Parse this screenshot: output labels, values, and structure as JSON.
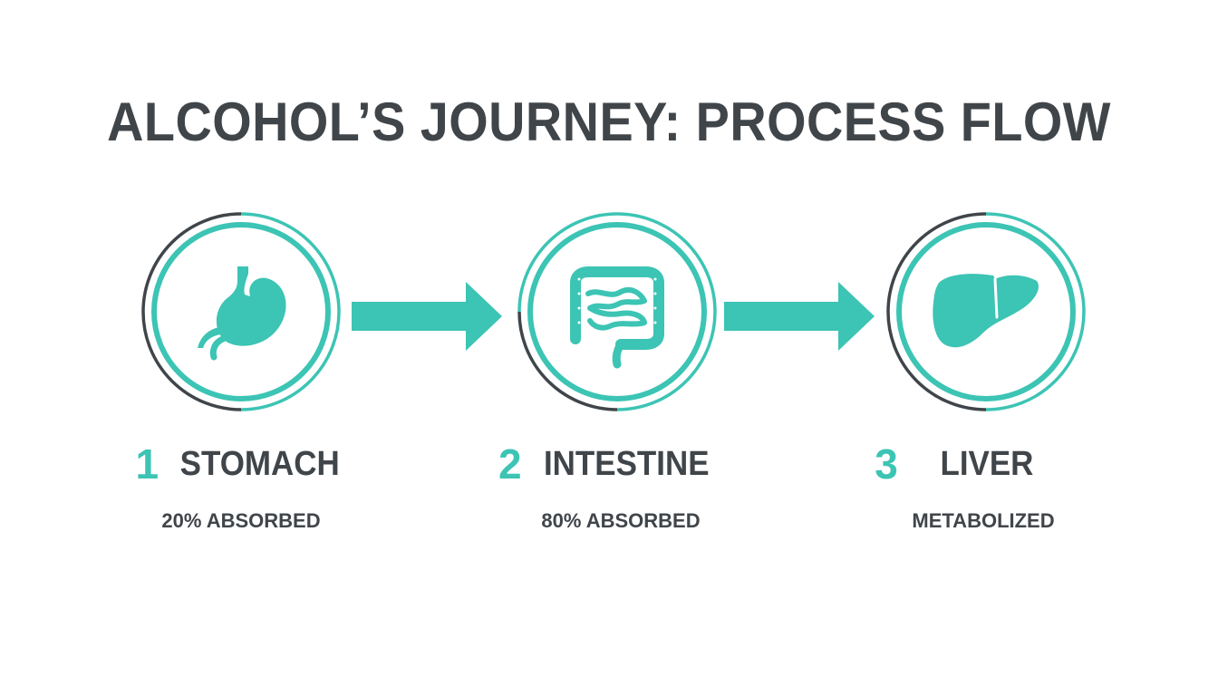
{
  "title": "ALCOHOL’S JOURNEY: PROCESS FLOW",
  "colors": {
    "accent": "#3cc4b4",
    "dark": "#40454a",
    "background": "#ffffff"
  },
  "steps": [
    {
      "number": "1",
      "name": "STOMACH",
      "sub": "20% ABSORBED",
      "icon": "stomach-icon"
    },
    {
      "number": "2",
      "name": "INTESTINE",
      "sub": "80% ABSORBED",
      "icon": "intestine-icon"
    },
    {
      "number": "3",
      "name": "LIVER",
      "sub": "METABOLIZED",
      "icon": "liver-icon"
    }
  ]
}
